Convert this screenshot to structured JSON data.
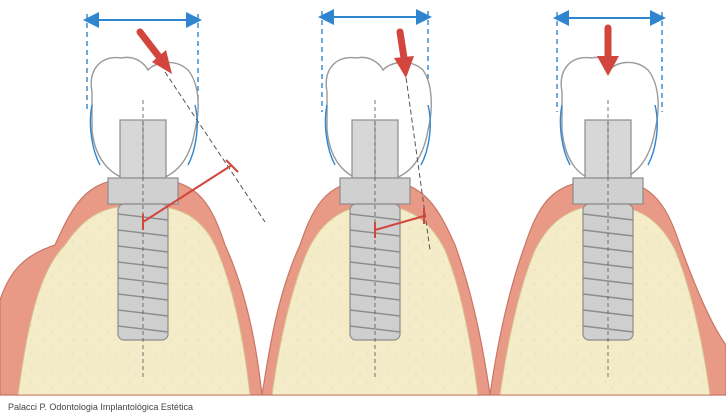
{
  "caption": "Palacci P. Odontologia Implantológica Estética",
  "colors": {
    "gum": "#e89a86",
    "gum_inner": "#f8cfc0",
    "bone": "#f4ecc8",
    "crown": "#ffffff",
    "crown_outline": "#9a9a9a",
    "metal": "#d7d7d7",
    "metal_dark": "#8c8c8c",
    "width_marker": "#2f86cf",
    "force_arrow": "#d2463e",
    "moment_arm": "#d2463e"
  },
  "icons": {
    "force": "red-down-arrow",
    "width": "blue-double-arrow"
  },
  "panels": [
    {
      "id": "left",
      "force": "oblique-offset"
    },
    {
      "id": "middle",
      "force": "vertical-offset"
    },
    {
      "id": "right",
      "force": "axial-centered"
    }
  ]
}
